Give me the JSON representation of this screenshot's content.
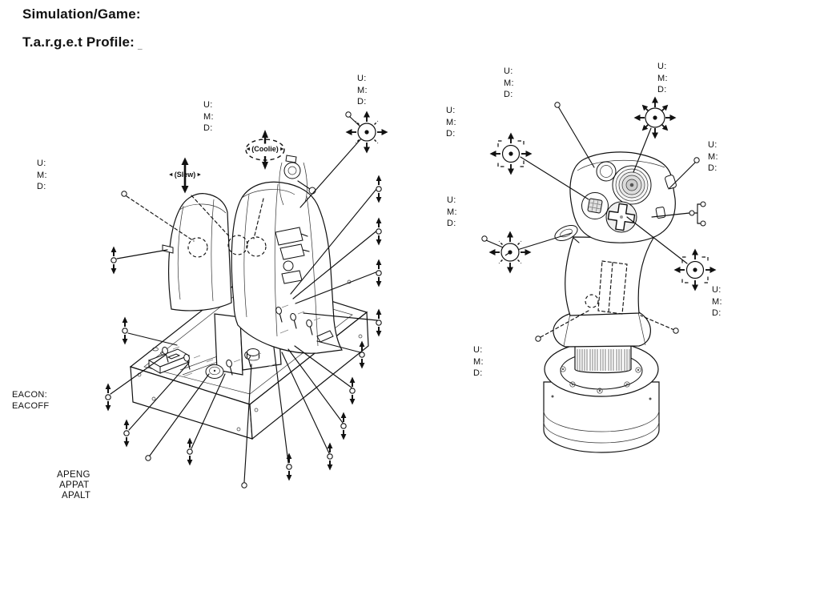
{
  "page": {
    "heading_simulation": "Simulation/Game:",
    "heading_profile": "T.a.r.g.e.t Profile:",
    "profile_blank": "_"
  },
  "labels": {
    "umd": {
      "u": "U:",
      "m": "M:",
      "d": "D:"
    },
    "eac": {
      "line1": "EACON:",
      "line2": "EACOFF"
    },
    "autopilot": [
      "APENG",
      "APPAT",
      "APALT"
    ],
    "coolie": "(Coolie)",
    "slew": "(Slew)"
  },
  "icons": {
    "arrowhead_left": "◄",
    "arrowhead_right": "►",
    "four_way_hat": "four-way-hat-icon",
    "eight_way_hat": "eight-way-hat-icon",
    "terminal": "switch-position-terminal-icon"
  },
  "colors": {
    "ink": "#111111",
    "background": "#ffffff"
  }
}
